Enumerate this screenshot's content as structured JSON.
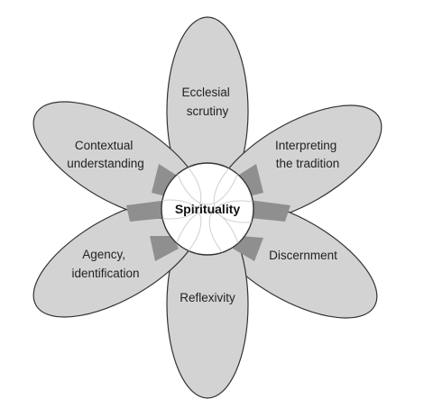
{
  "diagram": {
    "center": {
      "label": "Spirituality"
    },
    "petals": [
      {
        "id": "top",
        "label": [
          "Ecclesial",
          "scrutiny"
        ]
      },
      {
        "id": "upper-right",
        "label": [
          "Interpreting",
          "the tradition"
        ]
      },
      {
        "id": "lower-right",
        "label": [
          "Discernment"
        ]
      },
      {
        "id": "bottom",
        "label": [
          "Reflexivity"
        ]
      },
      {
        "id": "lower-left",
        "label": [
          "Agency,",
          "identification"
        ]
      },
      {
        "id": "upper-left",
        "label": [
          "Contextual",
          "understanding"
        ]
      }
    ],
    "colors": {
      "petal_fill": "#d3d3d3",
      "overlap_fill": "#8f8f8f",
      "center_fill": "#ffffff",
      "stroke": "#333333"
    }
  }
}
